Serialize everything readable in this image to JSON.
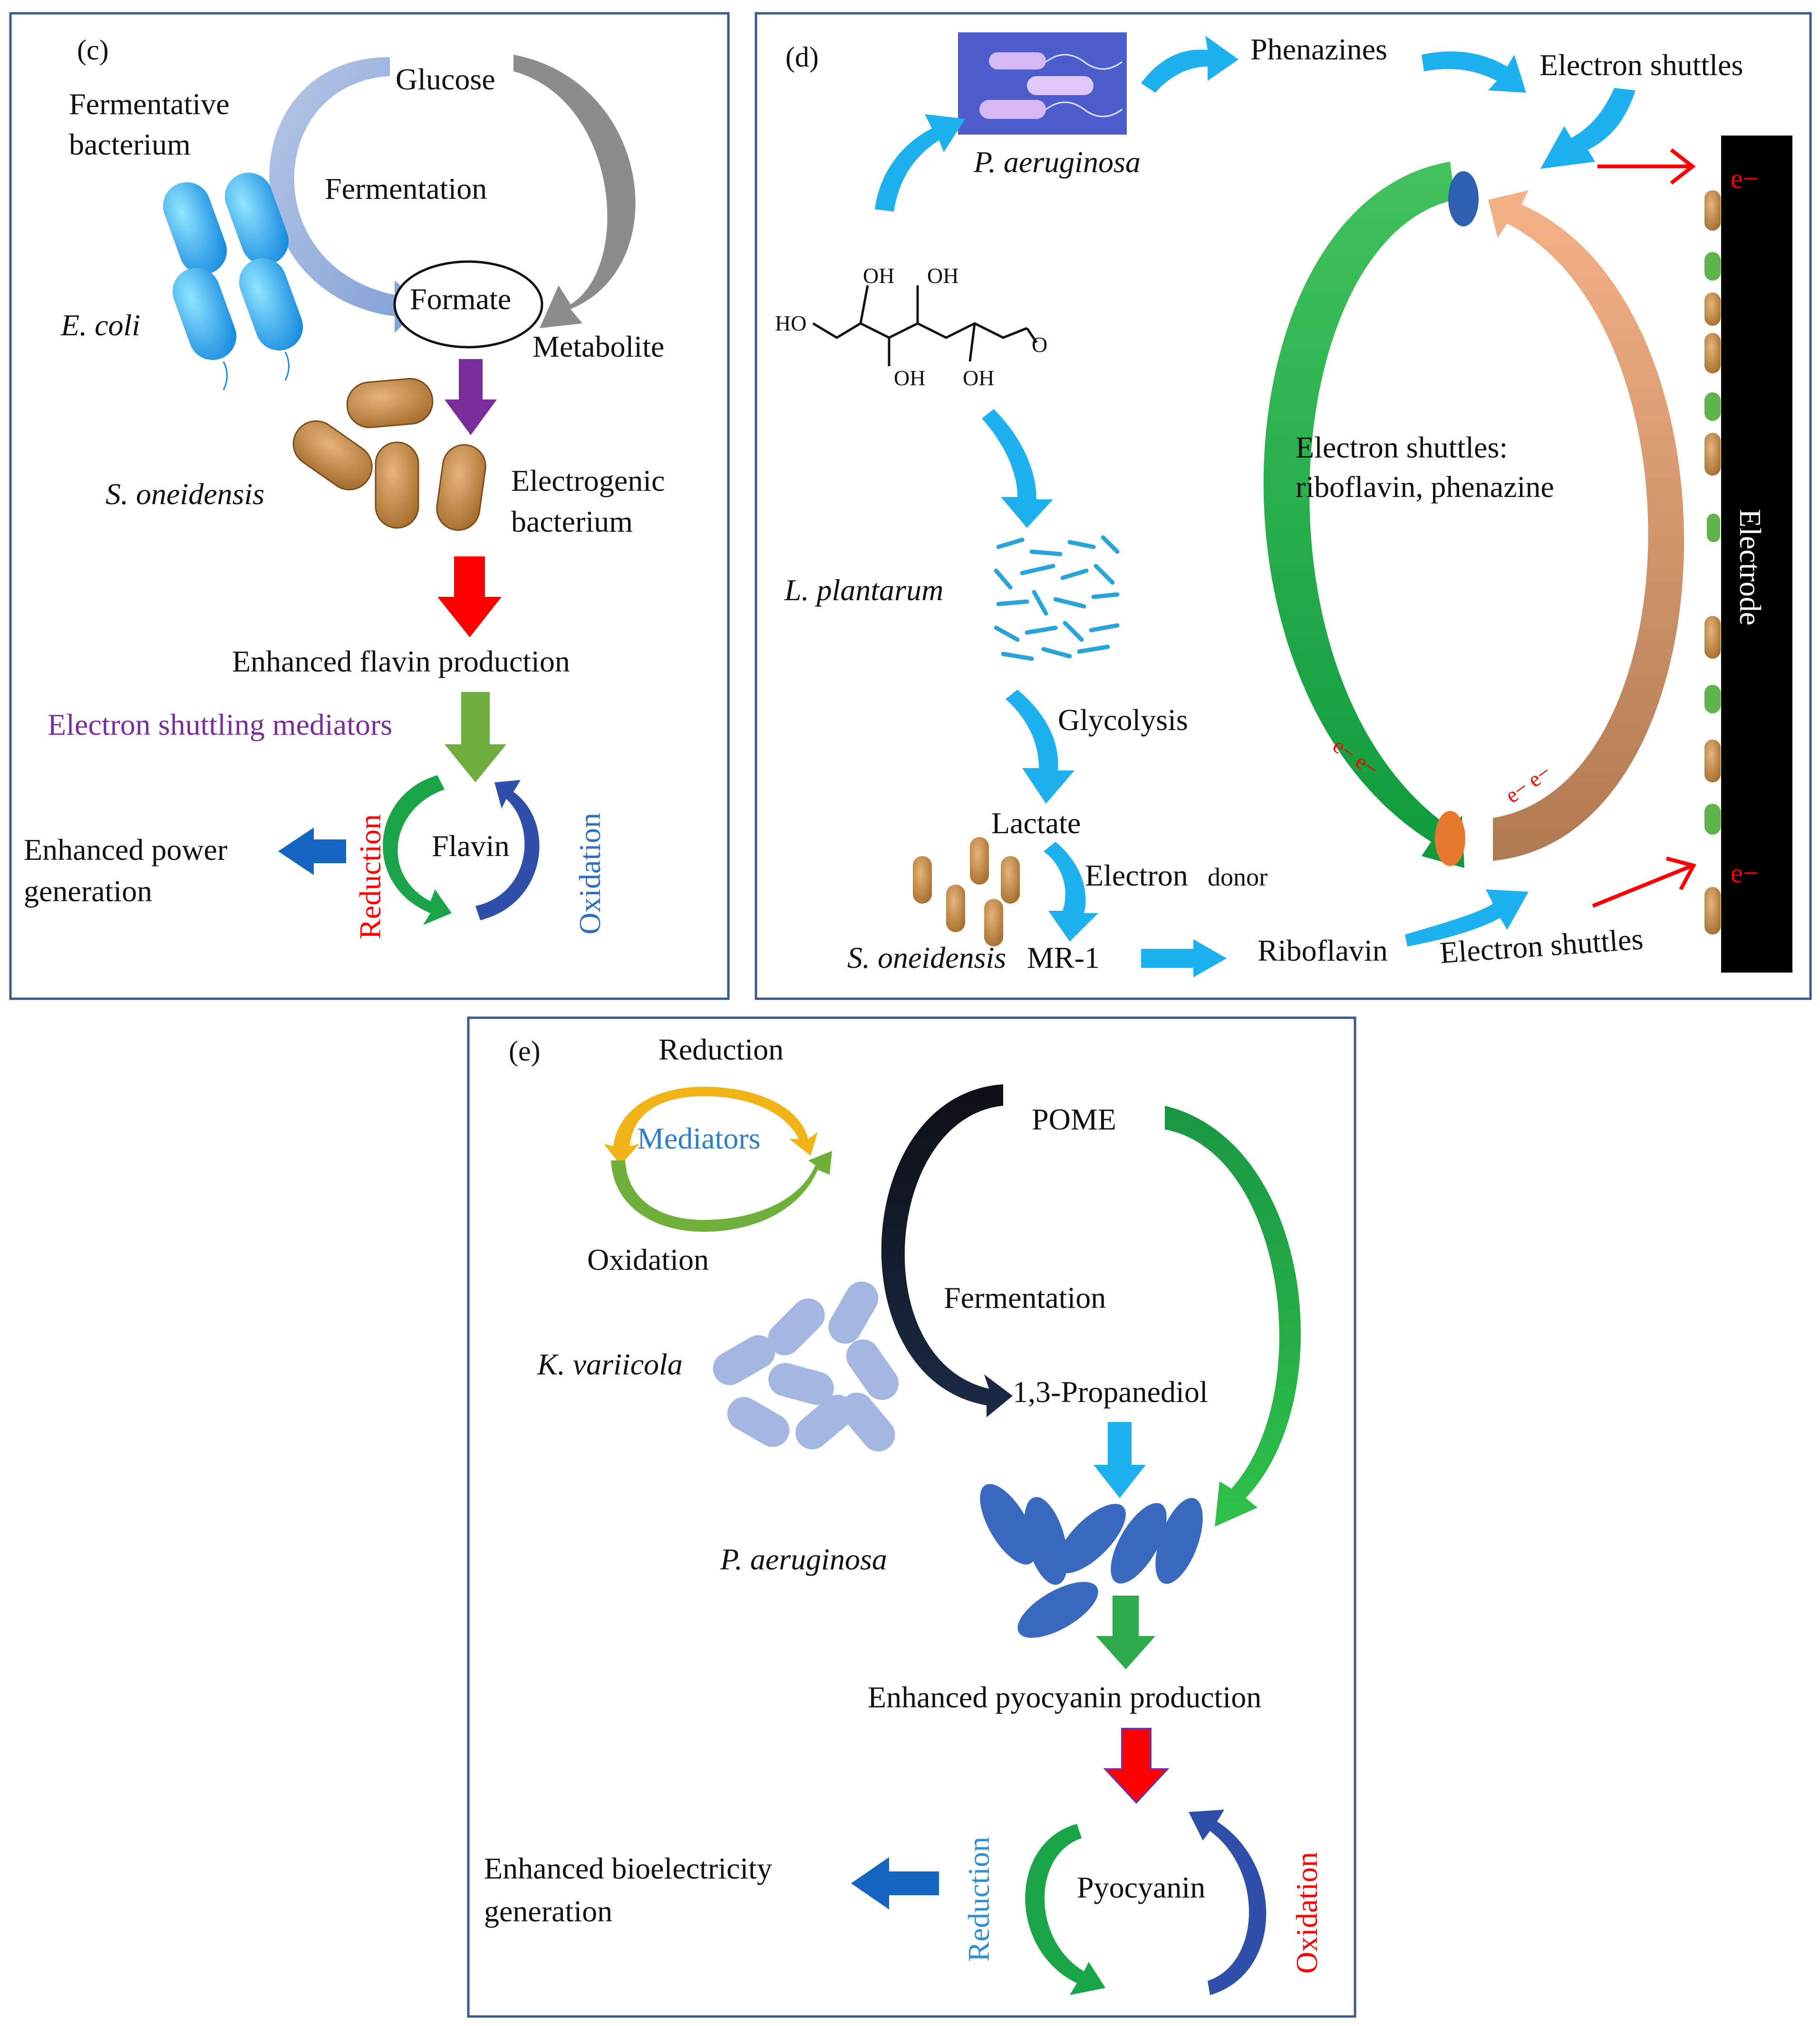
{
  "colors": {
    "panel_border": "#3b5a8c",
    "red": "#ff0000",
    "purple": "#7a2e9c",
    "sky": "#1fb0ef",
    "green": "#2fab4c",
    "blue": "#2f5fb0",
    "navy": "#1a2338",
    "orange": "#e8882e",
    "electrode": "#000000"
  },
  "panel_c": {
    "letter": "(c)",
    "fermentative_line1": "Fermentative",
    "fermentative_line2": "bacterium",
    "glucose": "Glucose",
    "fermentation": "Fermentation",
    "ecoli": "E. coli",
    "formate": "Formate",
    "metabolite": "Metabolite",
    "s_oneidensis": "S. oneidensis",
    "electrogenic_line1": "Electrogenic",
    "electrogenic_line2": "bacterium",
    "enhanced_flavin": "Enhanced flavin production",
    "mediators": "Electron shuttling mediators",
    "flavin": "Flavin",
    "reduction": "Reduction",
    "oxidation": "Oxidation",
    "power_line1": "Enhanced power",
    "power_line2": "generation"
  },
  "panel_d": {
    "letter": "(d)",
    "p_aeruginosa": "P. aeruginosa",
    "phenazines": "Phenazines",
    "electron_shuttles_top": "Electron shuttles",
    "oh1": "OH",
    "oh2": "OH",
    "oh3": "OH",
    "oh4": "OH",
    "ho": "HO",
    "o": "O",
    "l_plantarum": "L. plantarum",
    "glycolysis": "Glycolysis",
    "lactate": "Lactate",
    "electron_donor_a": "Electron",
    "electron_donor_b": "donor",
    "s_oneidensis": "S. oneidensis",
    "mr1": " MR-1",
    "riboflavin": "Riboflavin",
    "electron_shuttles_bottom": "Electron shuttles",
    "shuttles_line1": "Electron shuttles:",
    "shuttles_line2": "riboflavin, phenazine",
    "electrode": "Electrode",
    "e_minus": "e−",
    "e_pair": "e− e−"
  },
  "panel_e": {
    "letter": "(e)",
    "reduction_top": "Reduction",
    "mediators": "Mediators",
    "oxidation_bottom": "Oxidation",
    "pome": "POME",
    "fermentation": "Fermentation",
    "k_variicola": "K. variicola",
    "propanediol": "1,3-Propanediol",
    "p_aeruginosa": "P. aeruginosa",
    "enhanced_pyocyanin": "Enhanced pyocyanin production",
    "pyocyanin": "Pyocyanin",
    "reduction": "Reduction",
    "oxidation": "Oxidation",
    "bio_line1": "Enhanced bioelectricity",
    "bio_line2": "generation"
  }
}
